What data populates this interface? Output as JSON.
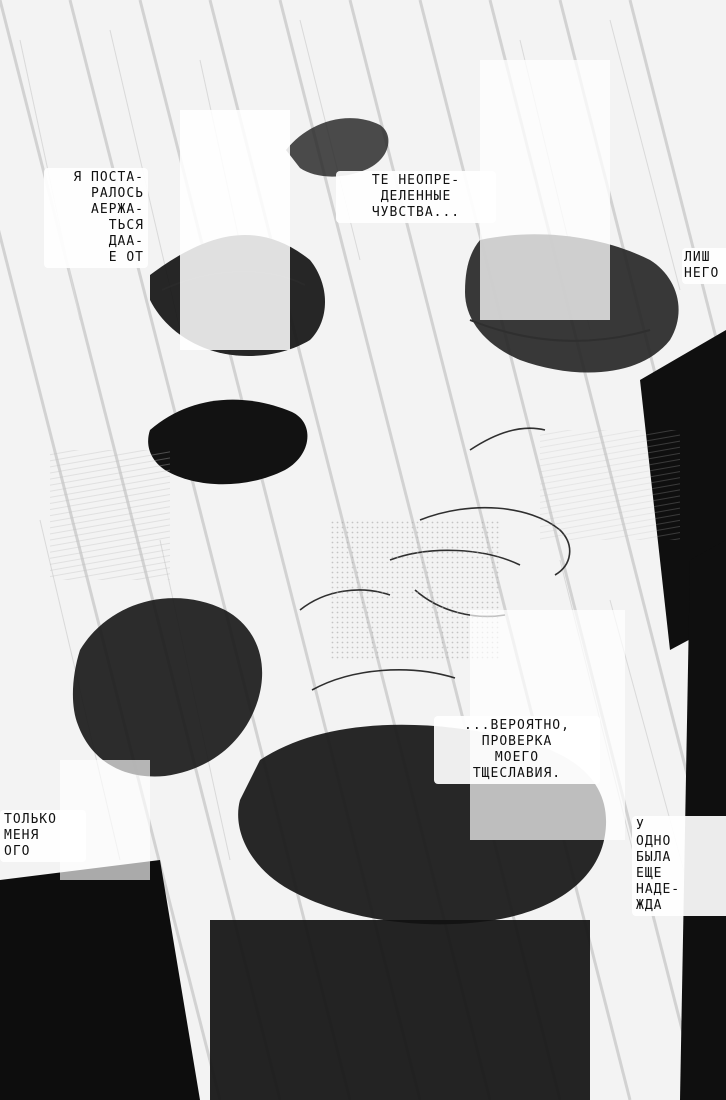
{
  "captions": {
    "top_left": "Я ПОСТА-\nРАЛОСЬ\nАЕРЖА-\nТЬСЯ\nДАА-\nЕ ОТ",
    "top_center": "ТЕ НЕОПРЕ-\nДЕЛЕННЫЕ\nЧУВСТВА...",
    "top_right": "ЛИШ\nНЕГО",
    "middle_center": "...ВЕРОЯТНО,\nПРОВЕРКА\nМОЕГО\nТЩЕСЛАВИЯ.",
    "bottom_left": "ТОЛЬКО\nМЕНЯ\nОГО",
    "bottom_right": "У\nОДНО\nБЫЛА\nЕЩЕ\nНАДЕ-\nЖДА"
  },
  "colors": {
    "ink": "#111111",
    "paper": "#f7f7f7",
    "tone": "#cfcfcf"
  }
}
